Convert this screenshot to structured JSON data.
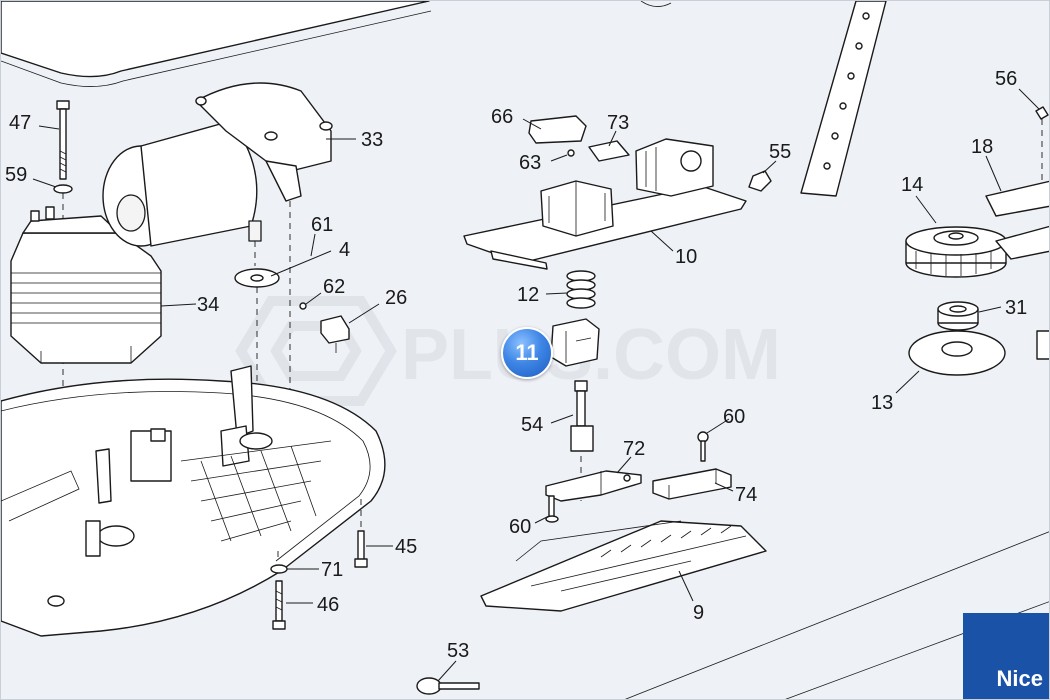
{
  "watermark": "PLUS.COM",
  "brand": "Nice",
  "selected_callout": "11",
  "part_labels": {
    "p47": "47",
    "p59": "59",
    "p33": "33",
    "p61": "61",
    "p4": "4",
    "p62": "62",
    "p26": "26",
    "p34": "34",
    "p45": "45",
    "p71": "71",
    "p46": "46",
    "p53": "53",
    "p66": "66",
    "p73": "73",
    "p63": "63",
    "p55": "55",
    "p10": "10",
    "p12": "12",
    "p54": "54",
    "p60a": "60",
    "p72": "72",
    "p74": "74",
    "p60b": "60",
    "p9": "9",
    "p56": "56",
    "p18": "18",
    "p14": "14",
    "p31": "31",
    "p13": "13"
  }
}
